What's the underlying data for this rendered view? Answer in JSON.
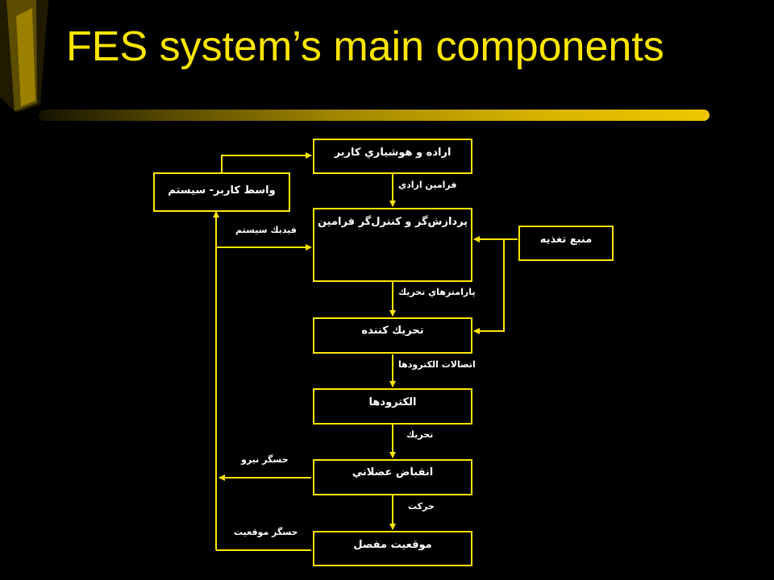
{
  "title": "FES system’s main components",
  "colors": {
    "accent": "#FFE600",
    "background": "#000000",
    "text": "#FFFFFF"
  },
  "boxes": {
    "will": "اراده و هوشياري كاربر",
    "interface": "واسط كاربر- سيستم",
    "processor": "پردازش‌گر و كنترل‌گر فرامين",
    "power": "منبع تغذيه",
    "stimulator": "تحريك كننده",
    "electrodes": "الكترودها",
    "contraction": "انقباض عضلاني",
    "position": "موقعيت مفصل"
  },
  "labels": {
    "voluntary": "فرامين ارادي",
    "feedback": "فيدبك سيستم",
    "params": "پارامترهاي تحريك",
    "connections": "اتصالات الكترودها",
    "stimulation": "تحريك",
    "force_sensor": "حسگر نيرو",
    "motion": "حركت",
    "position_sensor": "حسگر موقعيت"
  }
}
